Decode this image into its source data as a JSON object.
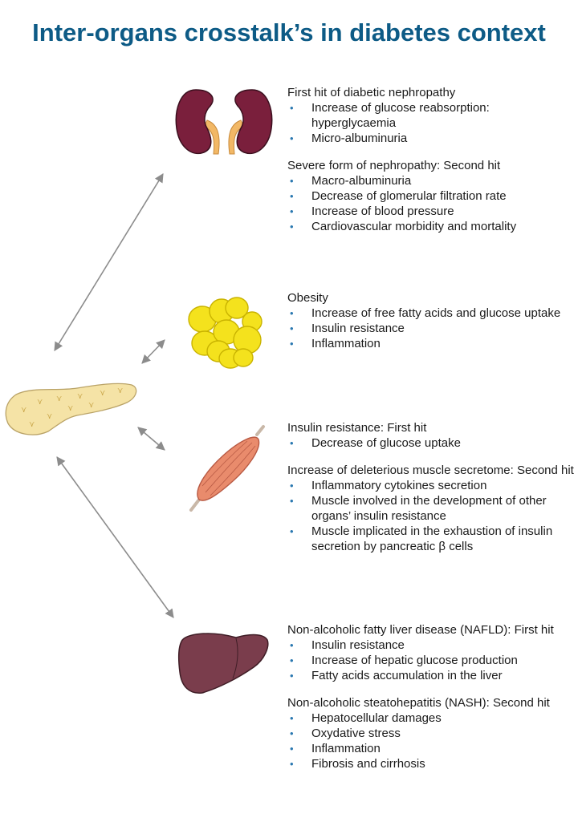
{
  "title": "Inter-organs crosstalk’s in diabetes context",
  "colors": {
    "title": "#0d5b86",
    "bullet": "#2a78b0",
    "arrow": "#8c8c8c",
    "kidney": "#7a1f3c",
    "ureter": "#f2b866",
    "fat": "#f4e21d",
    "muscle": "#e98b6c",
    "liver": "#7a3d4c",
    "pancreas": "#f5e3a6"
  },
  "organs": [
    "kidney",
    "adipose-tissue",
    "muscle",
    "liver",
    "pancreas"
  ],
  "blocks": [
    {
      "organ": "kidney",
      "sections": [
        {
          "heading": "First hit of diabetic nephropathy",
          "bullets": [
            "Increase of glucose reabsorption: hyperglycaemia",
            "Micro-albuminuria"
          ]
        },
        {
          "heading": "Severe form of nephropathy: Second hit",
          "bullets": [
            "Macro-albuminuria",
            "Decrease of glomerular filtration rate",
            "Increase of blood pressure",
            "Cardiovascular morbidity and mortality"
          ]
        }
      ]
    },
    {
      "organ": "adipose-tissue",
      "sections": [
        {
          "heading": "Obesity",
          "bullets": [
            "Increase of free fatty acids and glucose uptake",
            "Insulin resistance",
            "Inflammation"
          ]
        }
      ]
    },
    {
      "organ": "muscle",
      "sections": [
        {
          "heading": "Insulin resistance: First hit",
          "bullets": [
            "Decrease of glucose uptake"
          ]
        },
        {
          "heading": "Increase of deleterious muscle secretome: Second hit",
          "bullets": [
            "Inflammatory cytokines secretion",
            "Muscle involved in the development of other organs’ insulin resistance",
            "Muscle implicated in the exhaustion of insulin secretion by pancreatic β cells"
          ]
        }
      ]
    },
    {
      "organ": "liver",
      "sections": [
        {
          "heading": "Non-alcoholic fatty liver disease (NAFLD): First hit",
          "bullets": [
            "Insulin resistance",
            "Increase of hepatic glucose production",
            "Fatty acids accumulation in the liver"
          ]
        },
        {
          "heading": "Non-alcoholic steatohepatitis (NASH): Second hit",
          "bullets": [
            "Hepatocellular damages",
            "Oxydative stress",
            "Inflammation",
            "Fibrosis and cirrhosis"
          ]
        }
      ]
    }
  ]
}
